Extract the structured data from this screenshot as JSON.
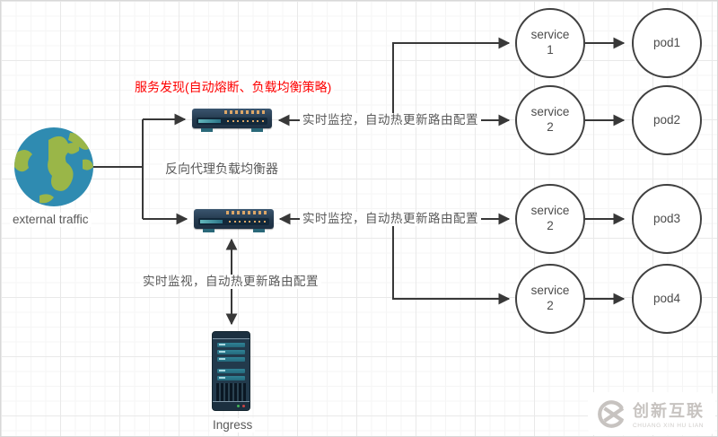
{
  "diagram": {
    "annotations": {
      "service_discovery": "服务发现(自动熔断、负载均衡策略)",
      "reverse_proxy_label": "反向代理负载均衡器",
      "monitor_route_top": "实时监控，自动热更新路由配置",
      "monitor_route_bottom": "实时监控，自动热更新路由配置",
      "monitor_route_ingress": "实时监视，自动热更新路由配置"
    },
    "nodes": {
      "external_traffic": {
        "label": "external traffic",
        "icon": "globe-icon"
      },
      "load_balancer_top": {
        "icon": "network-switch-icon"
      },
      "load_balancer_bottom": {
        "icon": "network-switch-icon"
      },
      "ingress": {
        "label": "Ingress",
        "icon": "server-tower-icon"
      },
      "services": [
        {
          "line1": "service",
          "line2": "1"
        },
        {
          "line1": "service",
          "line2": "2"
        },
        {
          "line1": "service",
          "line2": "2"
        },
        {
          "line1": "service",
          "line2": "2"
        }
      ],
      "pods": [
        {
          "label": "pod1"
        },
        {
          "label": "pod2"
        },
        {
          "label": "pod3"
        },
        {
          "label": "pod4"
        }
      ]
    },
    "colors": {
      "annotation_red": "#fe0000",
      "text_gray": "#595959",
      "connector_line": "#3b3b3b",
      "device_navy": "#24394d",
      "device_teal": "#2f8296",
      "device_amber": "#dca768",
      "globe_blue": "#2f8bb1",
      "globe_green": "#9ab648"
    }
  },
  "watermark": {
    "logo": "cx-logo-icon",
    "title": "创新互联",
    "subtitle": "CHUANG XIN HU LIAN"
  }
}
